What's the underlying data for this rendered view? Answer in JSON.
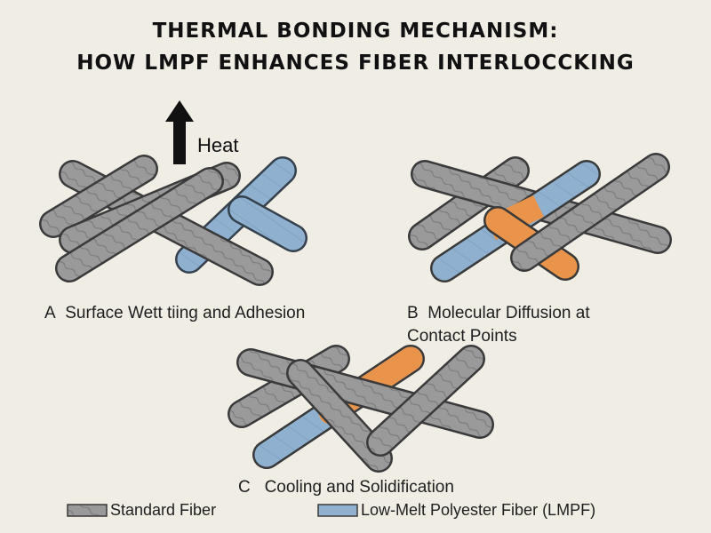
{
  "title": {
    "line1": "THERMAL BONDING MECHANISM:",
    "line2": "HOW LMPF ENHANCES FIBER INTERLOCCKING"
  },
  "heat_label": "Heat",
  "panels": [
    {
      "letter": "A",
      "text": "Surface Wett tiing and Adhesion"
    },
    {
      "letter": "B",
      "text_line1": "Molecular Diffusion at",
      "text_line2": "Contact Points"
    },
    {
      "letter": "C",
      "text": "Cooling and Solidification"
    }
  ],
  "legend": {
    "standard": "Standard Fiber",
    "lmpf": "Low-Melt Polyester Fiber (LMPF)"
  },
  "colors": {
    "background": "#f0ede5",
    "standard_fiber": "#9a9a9a",
    "lmpf_fiber": "#8fb1cf",
    "bonded_region": "#e9944a",
    "outline": "#3a3a3a"
  }
}
